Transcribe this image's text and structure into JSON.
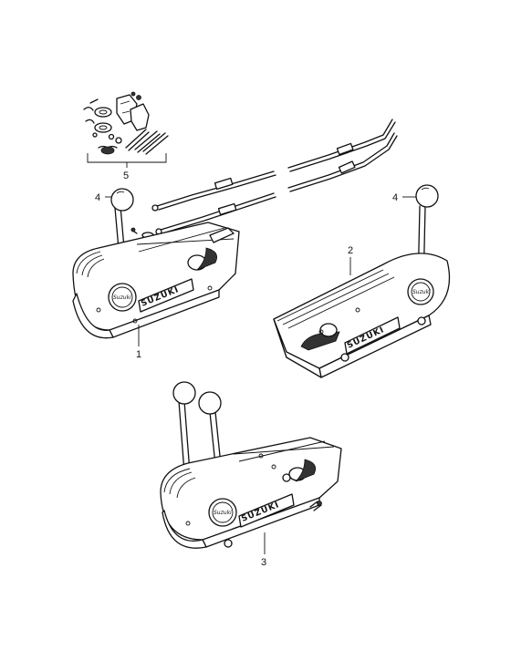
{
  "callouts": {
    "c1": "1",
    "c2": "2",
    "c3": "3",
    "c4a": "4",
    "c4b": "4",
    "c5": "5"
  },
  "brand": {
    "knob_a": "Suzuki",
    "plate_a": "SUZUKI",
    "knob_b": "Suzuki",
    "plate_b": "SUZUKI",
    "knob_c": "Suzuki",
    "plate_c": "SUZUKI"
  }
}
